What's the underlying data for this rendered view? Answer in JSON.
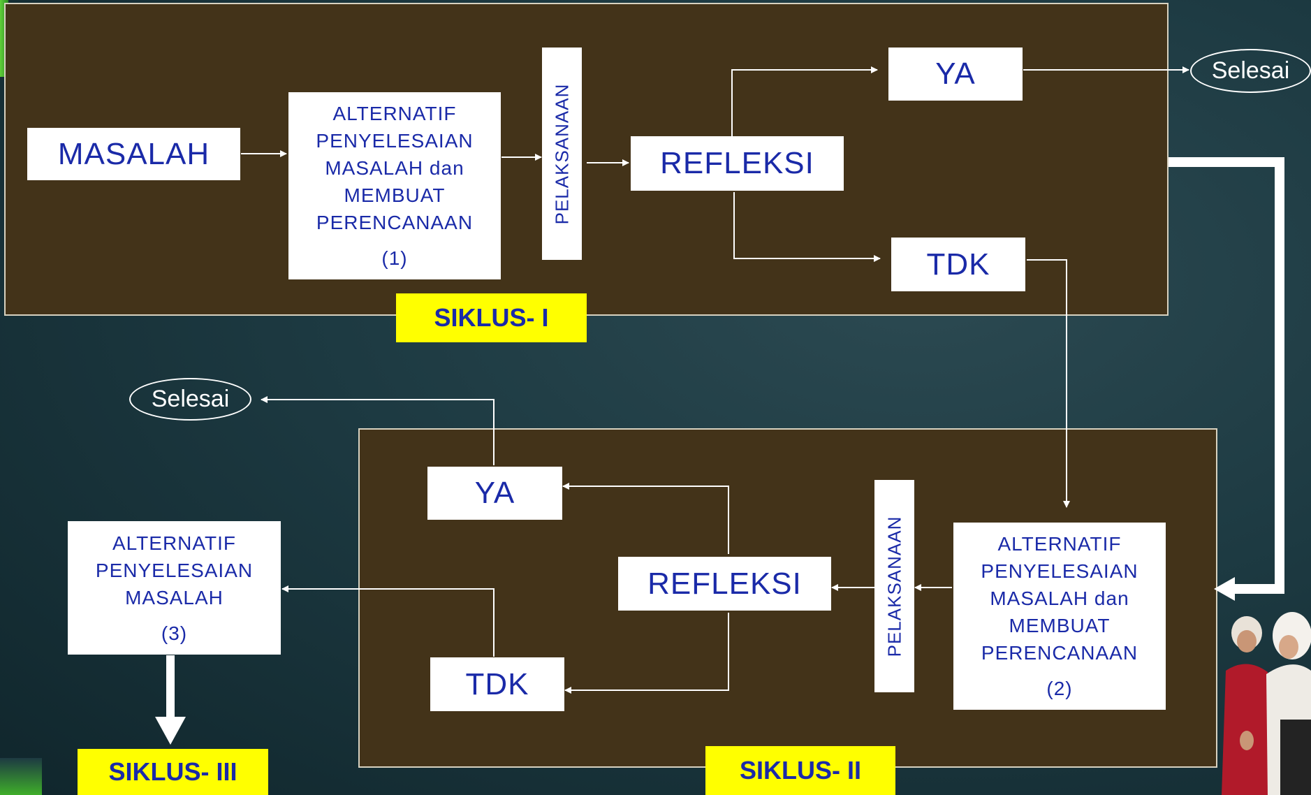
{
  "siklus1": {
    "masalah": "MASALAH",
    "alternatif_lines": [
      "ALTERNATIF",
      "PENYELESAIAN",
      "MASALAH dan",
      "MEMBUAT",
      "PERENCANAAN"
    ],
    "alternatif_num": "(1)",
    "pelaksanaan": "PELAKSANAAN",
    "refleksi": "REFLEKSI",
    "ya": "YA",
    "tdk": "TDK",
    "selesai": "Selesai",
    "label": "SIKLUS- I"
  },
  "siklus2": {
    "alternatif_lines": [
      "ALTERNATIF",
      "PENYELESAIAN",
      "MASALAH dan",
      "MEMBUAT",
      "PERENCANAAN"
    ],
    "alternatif_num": "(2)",
    "pelaksanaan": "PELAKSANAAN",
    "refleksi": "REFLEKSI",
    "ya": "YA",
    "tdk": "TDK",
    "selesai": "Selesai",
    "label": "SIKLUS- II"
  },
  "siklus3": {
    "alternatif_lines": [
      "ALTERNATIF",
      "PENYELESAIAN",
      "MASALAH"
    ],
    "alternatif_num": "(3)",
    "label": "SIKLUS- III"
  },
  "colors": {
    "panel": "#433319",
    "box_text": "#1a2aa8",
    "label_bg": "#ffff00"
  }
}
